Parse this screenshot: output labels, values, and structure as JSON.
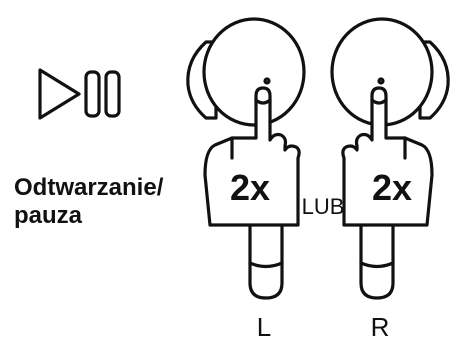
{
  "action_label_line1": "Odtwarzanie/",
  "action_label_line2": "pauza",
  "icon": "play-pause-icon",
  "or_label": "LUB",
  "left_earbud": {
    "tap_label": "2x",
    "side_label": "L"
  },
  "right_earbud": {
    "tap_label": "2x",
    "side_label": "R"
  },
  "colors": {
    "ink": "#111111",
    "background": "#ffffff"
  }
}
